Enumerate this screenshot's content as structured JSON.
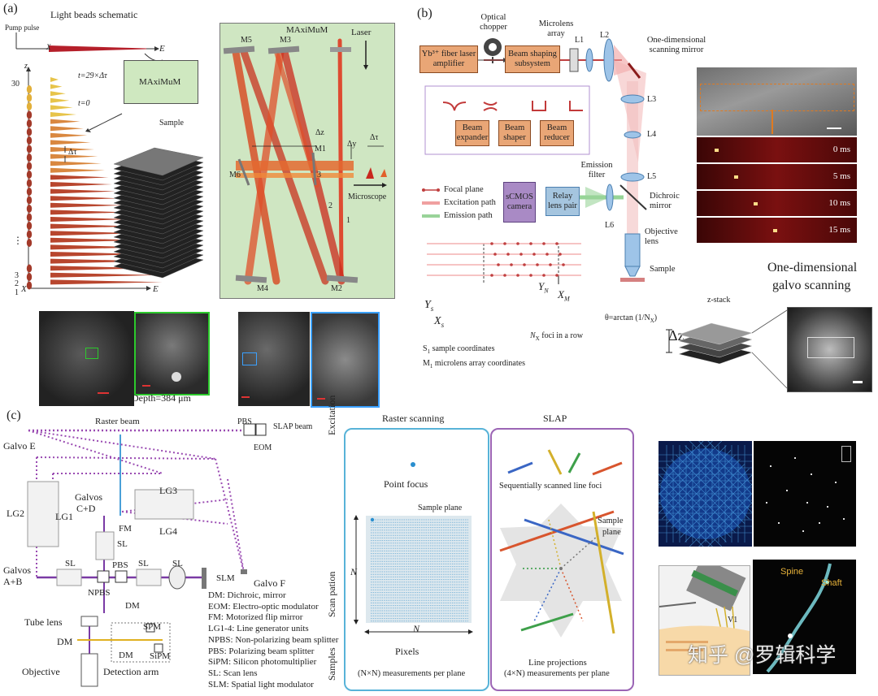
{
  "panel_a": {
    "letter": "(a)",
    "title": "Light beads schematic",
    "pump_pulse": "Pump pulse",
    "axis_z": "z",
    "axis_x": "X",
    "axis_e": "E",
    "t_top": "t=29×Δτ",
    "t_bottom": "t=0",
    "delta_tau": "Δτ",
    "maximum_box": "MAxiMuM",
    "sample": "Sample",
    "bead_numbers": [
      "30",
      "3",
      "2",
      "1"
    ],
    "dots": "⋮",
    "schematic": {
      "title": "MAxiMuM",
      "laser": "Laser",
      "mirrors": [
        "M5",
        "M3",
        "M1",
        "M6",
        "M4",
        "M2"
      ],
      "delta_z": "Δz",
      "delta_y": "Δy",
      "delta_tau": "Δτ",
      "microscope": "Microscope",
      "paths": [
        "3",
        "2",
        "1"
      ]
    },
    "depth": "Depth=384 μm"
  },
  "panel_b": {
    "letter": "(b)",
    "optical_chopper": "Optical chopper",
    "microlens_array": "Microlens array",
    "laser_amp": "Yb³⁺ fiber laser amplifier",
    "beam_shaping": "Beam shaping subsystem",
    "lenses": [
      "L1",
      "L2",
      "L3",
      "L4",
      "L5",
      "L6"
    ],
    "scan_mirror": "One-dimensional scanning mirror",
    "beam_expander": "Beam expander",
    "beam_shaper": "Beam shaper",
    "beam_reducer": "Beam reducer",
    "focal_plane": "Focal plane",
    "excitation_path": "Excitation path",
    "emission_path": "Emission path",
    "emission_filter": "Emission filter",
    "camera": "sCMOS camera",
    "relay": "Relay lens pair",
    "dichroic": "Dichroic mirror",
    "objective": "Objective lens",
    "sample": "Sample",
    "times": [
      "0 ms",
      "5 ms",
      "10 ms",
      "15 ms"
    ],
    "coords": {
      "ys": "Y",
      "xs": "X",
      "sub_s": "s",
      "yn": "Y",
      "xm": "X",
      "sub_n": "N",
      "sub_m": "M",
      "theta": "θ=arctan (1/N",
      "theta_sub": "X",
      "theta_end": ")",
      "foci_prefix": "N",
      "foci_sub": "X",
      "foci_text": " foci in a row",
      "s1": "S",
      "s1_sub": "1",
      "s1_text": " sample coordinates",
      "m1": "M",
      "m1_sub": "1",
      "m1_text": " microlens array coordinates"
    },
    "zstack": "z-stack",
    "delta_z": "Δz",
    "galvo_title_1": "One-dimensional",
    "galvo_title_2": "galvo scanning"
  },
  "panel_c": {
    "letter": "(c)",
    "raster_beam": "Raster beam",
    "pbs": "PBS",
    "slap_beam": "SLAP beam",
    "eom": "EOM",
    "galvo_e": "Galvo E",
    "lg": [
      "LG2",
      "LG1",
      "LG3",
      "LG4"
    ],
    "galvos_cd_1": "Galvos",
    "galvos_cd_2": "C+D",
    "fm": "FM",
    "sl": "SL",
    "galvos_ab_1": "Galvos",
    "galvos_ab_2": "A+B",
    "npbs": "NPBS",
    "dm": "DM",
    "slm": "SLM",
    "galvo_f": "Galvo F",
    "tube_lens": "Tube lens",
    "spm": "SPM",
    "sipm": "SiPM",
    "objective": "Objective",
    "detection_arm": "Detection arm",
    "legend": [
      "DM: Dichroic, mirror",
      "EOM: Electro-optic modulator",
      "FM: Motorized flip mirror",
      "LG1-4: Line generator units",
      "NPBS: Non-polarizing beam splitter",
      "PBS: Polarizing beam splitter",
      "SiPM: Silicon photomultiplier",
      "SL: Scan lens",
      "SLM: Spatial light modulator"
    ],
    "row_excitation": "Excitation",
    "row_scan": "Scan pation",
    "row_samples": "Samples",
    "raster_title": "Raster scanning",
    "slap_title": "SLAP",
    "point_focus": "Point focus",
    "sample_plane": "Sample plane",
    "n_label": "N",
    "pixels": "Pixels",
    "raster_meas": "(N×N) measurements per plane",
    "line_foci": "Sequentially scanned line foci",
    "slap_sample_plane_1": "Sample",
    "slap_sample_plane_2": "plane",
    "line_proj": "Line projections",
    "slap_meas": "(4×N) measurements per plane",
    "spine": "Spine",
    "shaft": "Shaft",
    "v1": "V1"
  },
  "watermark": "知乎 @罗辑科学"
}
